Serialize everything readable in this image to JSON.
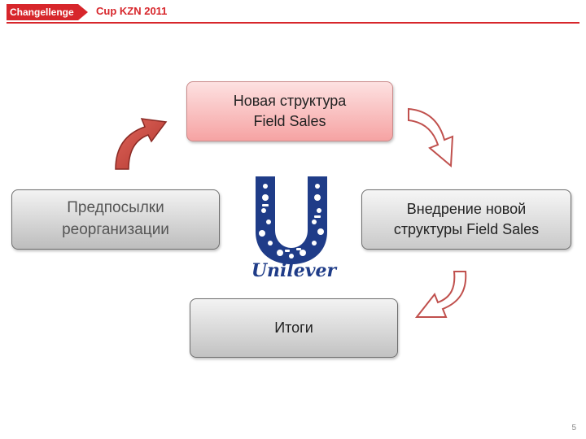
{
  "header": {
    "brand": "Changellenge",
    "title": "Cup KZN 2011"
  },
  "diagram": {
    "top_box": "Новая структура Field Sales",
    "left_box": "Предпосылки реорганизации",
    "right_box": "Внедрение новой структуры Field Sales",
    "bottom_box": "Итоги"
  },
  "logo": {
    "text": "Unilever"
  },
  "colors": {
    "brand_red": "#d7262b",
    "logo_blue": "#1f3c88"
  },
  "page_number": "5"
}
